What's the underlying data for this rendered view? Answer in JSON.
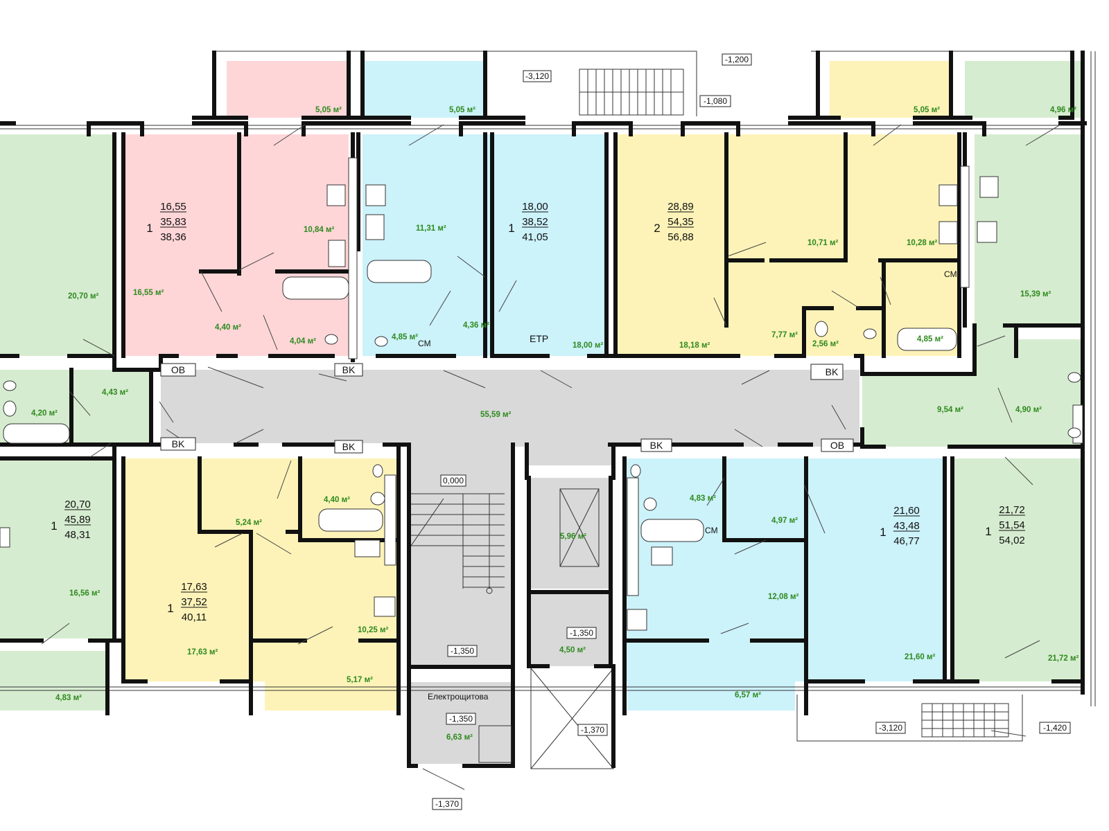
{
  "colors": {
    "pink": "#ffd6d8",
    "blue": "#ccf2fa",
    "yellow": "#fdf3b8",
    "green": "#d6ecd0",
    "grey": "#d9d9d9",
    "area_text": "#2e8a1e"
  },
  "areas": [
    {
      "id": "r-p-bal",
      "text": "5,05 м²"
    },
    {
      "id": "r-b-bal",
      "text": "5,05 м²"
    },
    {
      "id": "r-y-bal",
      "text": "5,05 м²"
    },
    {
      "id": "r-g-bal",
      "text": "4,96 м²"
    },
    {
      "id": "r-p-living",
      "text": "16,55 м²"
    },
    {
      "id": "r-p-kitchen",
      "text": "10,84 м²"
    },
    {
      "id": "r-p-hall",
      "text": "4,40 м²"
    },
    {
      "id": "r-p-bath",
      "text": "4,04 м²"
    },
    {
      "id": "r-b-kitchen",
      "text": "11,31 м²"
    },
    {
      "id": "r-b-bath",
      "text": "4,85 м²"
    },
    {
      "id": "r-b-hall",
      "text": "4,36 м²"
    },
    {
      "id": "r-b-living",
      "text": "18,00 м²"
    },
    {
      "id": "r-y2-living",
      "text": "18,18 м²"
    },
    {
      "id": "r-y2-bed",
      "text": "10,71 м²"
    },
    {
      "id": "r-y2-kitchen",
      "text": "10,28 м²"
    },
    {
      "id": "r-y2-hall",
      "text": "7,77 м²"
    },
    {
      "id": "r-y2-wc",
      "text": "2,56 м²"
    },
    {
      "id": "r-y2-bath",
      "text": "4,85 м²"
    },
    {
      "id": "r-gtr-living",
      "text": "15,39 м²"
    },
    {
      "id": "r-gtr-hall",
      "text": "9,54 м²"
    },
    {
      "id": "r-gtr-bath",
      "text": "4,90 м²"
    },
    {
      "id": "r-gl-living",
      "text": "20,70 м²"
    },
    {
      "id": "r-gl-hall",
      "text": "4,43 м²"
    },
    {
      "id": "r-gl-bath",
      "text": "4,20 м²"
    },
    {
      "id": "r-corridor",
      "text": "55,59 м²"
    },
    {
      "id": "r-gbl-living",
      "text": "16,56 м²"
    },
    {
      "id": "r-gbl-bal",
      "text": "4,83 м²"
    },
    {
      "id": "r-yb-hall",
      "text": "5,24 м²"
    },
    {
      "id": "r-yb-bath",
      "text": "4,40 м²"
    },
    {
      "id": "r-yb-kitchen",
      "text": "10,25 м²"
    },
    {
      "id": "r-yb-living",
      "text": "17,63 м²"
    },
    {
      "id": "r-yb-bal",
      "text": "5,17 м²"
    },
    {
      "id": "r-lift",
      "text": "5,96 м²"
    },
    {
      "id": "r-vest",
      "text": "4,50 м²"
    },
    {
      "id": "r-elec",
      "text": "6,63 м²"
    },
    {
      "id": "r-bb-bath",
      "text": "4,83 м²"
    },
    {
      "id": "r-bb-hall",
      "text": "4,97 м²"
    },
    {
      "id": "r-bb-kitchen",
      "text": "12,08 м²"
    },
    {
      "id": "r-bb-bal",
      "text": "6,57 м²"
    },
    {
      "id": "r-bb-living",
      "text": "21,60 м²"
    },
    {
      "id": "r-gbr-living",
      "text": "21,72 м²"
    }
  ],
  "apartments": [
    {
      "id": "apt-pink",
      "rooms": "1",
      "living": "16,55",
      "total": "35,83",
      "total_with_balcony": "38,36"
    },
    {
      "id": "apt-blue-top",
      "rooms": "1",
      "living": "18,00",
      "total": "38,52",
      "total_with_balcony": "41,05"
    },
    {
      "id": "apt-yellow-top",
      "rooms": "2",
      "living": "28,89",
      "total": "54,35",
      "total_with_balcony": "56,88"
    },
    {
      "id": "apt-green-left",
      "rooms": "1",
      "living": "20,70",
      "total": "45,89",
      "total_with_balcony": "48,31"
    },
    {
      "id": "apt-yellow-bottom",
      "rooms": "1",
      "living": "17,63",
      "total": "37,52",
      "total_with_balcony": "40,11"
    },
    {
      "id": "apt-blue-bottom",
      "rooms": "1",
      "living": "21,60",
      "total": "43,48",
      "total_with_balcony": "46,77"
    },
    {
      "id": "apt-green-right",
      "rooms": "1",
      "living": "21,72",
      "total": "51,54",
      "total_with_balcony": "54,02"
    }
  ],
  "levels": {
    "l1": "-1,200",
    "l2": "-3,120",
    "l3": "-1,080",
    "l4": "0,000",
    "l5": "-1,350",
    "l6": "-1,350",
    "l7": "-1,350",
    "l8": "-1,370",
    "l9": "-1,370",
    "l10": "-3,120",
    "l11": "-1,420"
  },
  "tags": {
    "ov1": "OB",
    "vk1": "BK",
    "vk2": "BK",
    "vk3": "BK",
    "vk4": "BK",
    "vk5": "BK",
    "ov2": "OB",
    "etr": "ETP",
    "cm1": "CM",
    "cm2": "CM",
    "cm3": "CM"
  },
  "labels": {
    "electric": "Електрощитова"
  }
}
